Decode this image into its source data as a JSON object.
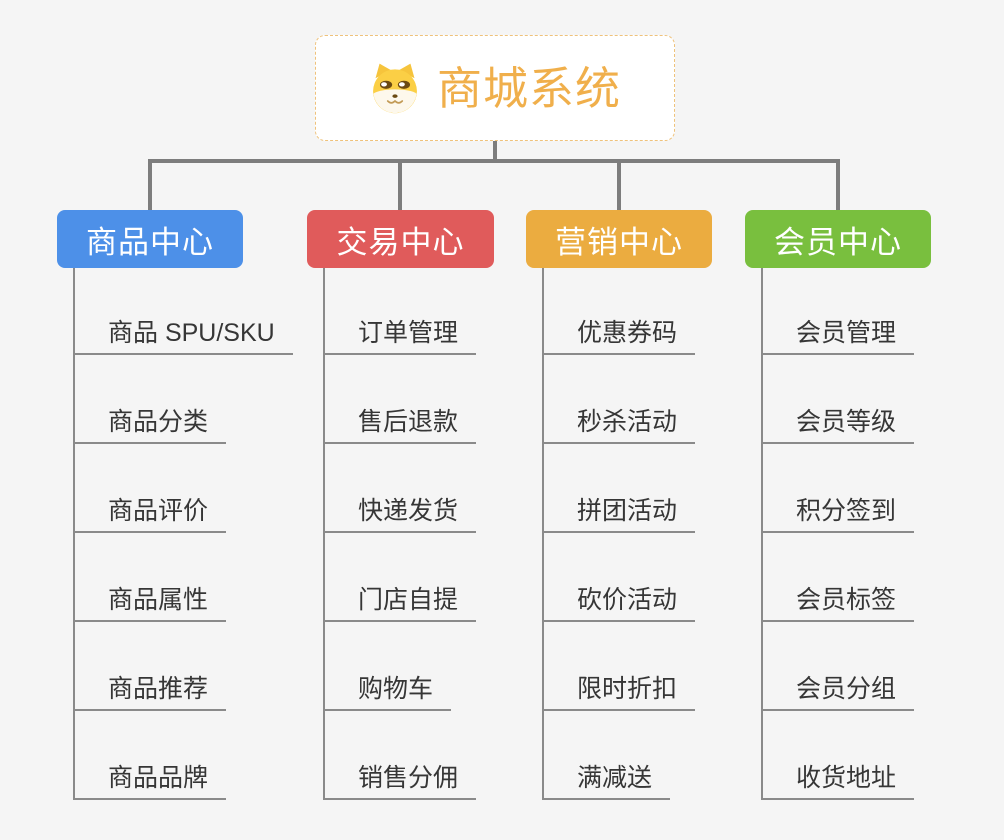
{
  "root": {
    "title": "商城系统",
    "icon": "shiba-dog-icon",
    "title_color": "#f0af4b",
    "border_color": "#efc27b"
  },
  "connectors": {
    "tree_color": "#7d7d7d",
    "line_color": "#8a8a8a"
  },
  "branches": [
    {
      "label": "商品中心",
      "color": "#4d90e8",
      "items": [
        "商品 SPU/SKU",
        "商品分类",
        "商品评价",
        "商品属性",
        "商品推荐",
        "商品品牌"
      ]
    },
    {
      "label": "交易中心",
      "color": "#e05b5b",
      "items": [
        "订单管理",
        "售后退款",
        "快递发货",
        "门店自提",
        "购物车",
        "销售分佣"
      ]
    },
    {
      "label": "营销中心",
      "color": "#ebac40",
      "items": [
        "优惠券码",
        "秒杀活动",
        "拼团活动",
        "砍价活动",
        "限时折扣",
        "满减送"
      ]
    },
    {
      "label": "会员中心",
      "color": "#79bf3e",
      "items": [
        "会员管理",
        "会员等级",
        "积分签到",
        "会员标签",
        "会员分组",
        "收货地址"
      ]
    }
  ]
}
